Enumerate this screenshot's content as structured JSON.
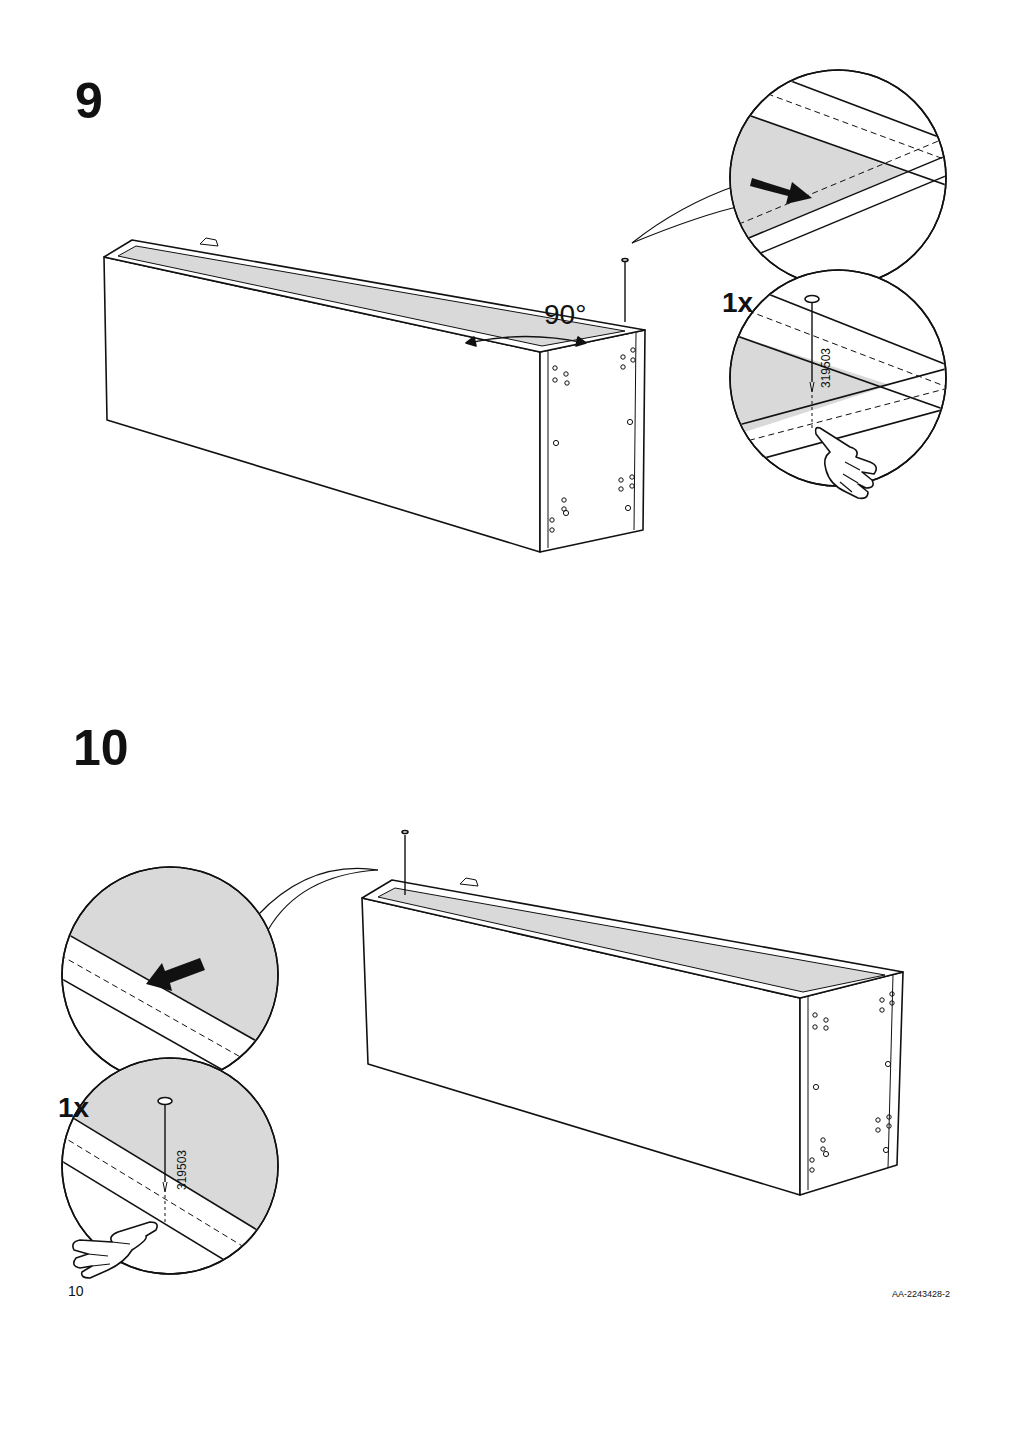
{
  "diagram": {
    "labels": [
      "9",
      "90°",
      "1x",
      "319503",
      "10",
      "1x",
      "319503",
      "10",
      "AA-2243428-2"
    ]
  }
}
